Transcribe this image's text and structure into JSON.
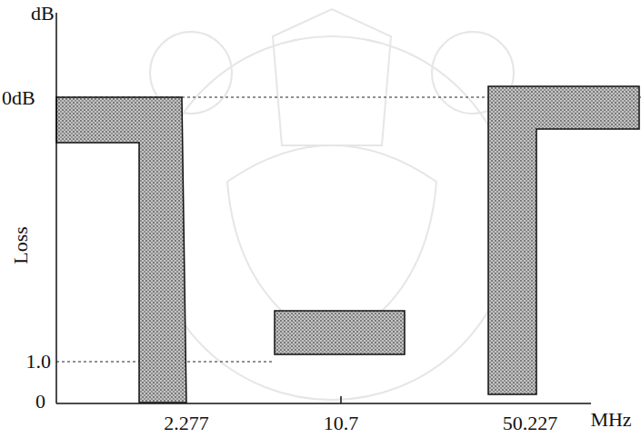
{
  "diagram": {
    "labels": [
      "dB",
      "0dB",
      "Loss",
      "1.0",
      "0",
      "2.277",
      "10.7",
      "50.227",
      "MHz"
    ]
  }
}
